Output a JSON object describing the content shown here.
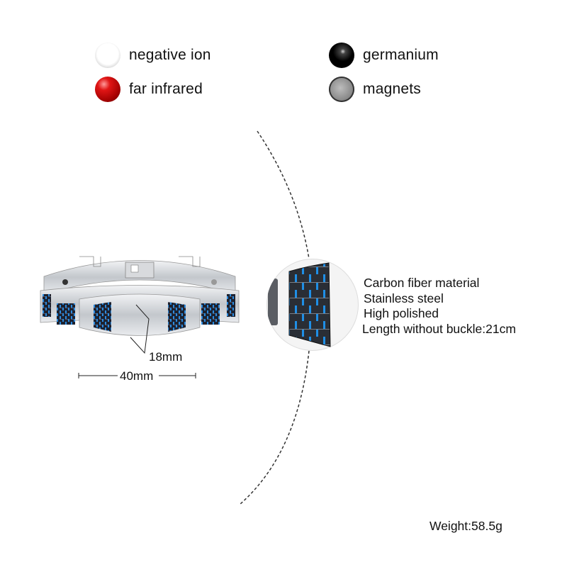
{
  "legend": {
    "items": [
      {
        "icon": "negative-ion-icon",
        "label": "negative ion",
        "color": "#e8e8e8"
      },
      {
        "icon": "far-infrared-icon",
        "label": "far infrared",
        "color": "#c00000"
      },
      {
        "icon": "germanium-icon",
        "label": "germanium",
        "color": "#000000"
      },
      {
        "icon": "magnets-icon",
        "label": "magnets",
        "color": "#8a8a8a"
      }
    ]
  },
  "dimensions": {
    "height": "18mm",
    "width": "40mm"
  },
  "specs": [
    "Carbon fiber material",
    "Stainless steel",
    "High polished",
    "Length without buckle:21cm"
  ],
  "weight": "Weight:58.5g",
  "colors": {
    "steel": "#c8cbcf",
    "carbon": "#1d2230",
    "carbon_accent": "#2a8be0",
    "dashed_line": "#333333"
  }
}
